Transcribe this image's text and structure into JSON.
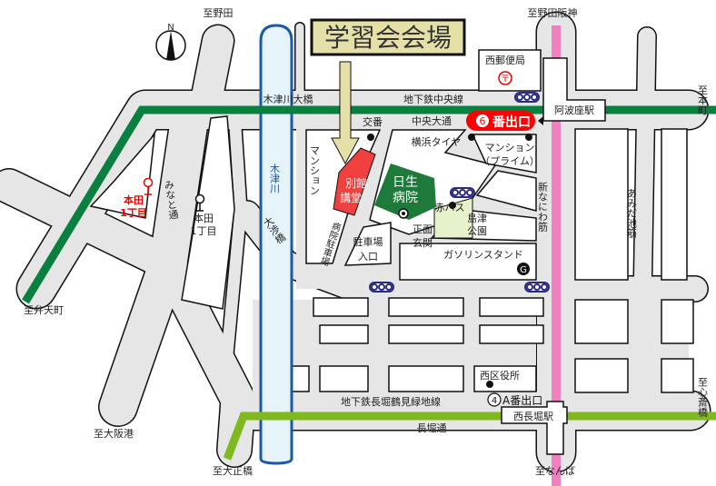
{
  "title": "学習会会場",
  "compass": "N",
  "colors": {
    "chuo_line": "#0a8040",
    "nagahori_line": "#80b820",
    "pink_road": "#f080c0",
    "river": "#e6f4fa",
    "river_edge": "#1a5aa8",
    "venue": "#f04040",
    "hospital": "#1e7a3a",
    "exit": "#ff0000",
    "park": "#e6f2cc"
  },
  "directions": {
    "noda": "至野田",
    "noda_hanshin": "至野田阪神",
    "honmachi": "至本町",
    "bentencho": "至弁天町",
    "osakako": "至大阪港",
    "taisho_bashi": "至大正橋",
    "namba": "至なんば",
    "shinsaibashi": "至心斎橋"
  },
  "lines": {
    "chuo": "地下鉄中央線",
    "nagahori": "地下鉄長堀鶴見緑地線"
  },
  "stations": {
    "awaza": "阿波座駅",
    "nishi_nagahori": "西長堀駅"
  },
  "exits": {
    "exit6_num": "6",
    "exit6": "番出口",
    "exit4_num": "4",
    "exit4": "A番出口"
  },
  "streets": {
    "chuo_odori": "中央大通",
    "nagahori_dori": "長堀通",
    "minato_dori": "みなと通",
    "shin_naniwa": "新なにわ筋",
    "amida_ike": "あみだ池筋"
  },
  "bridges": {
    "kizugawa_ohashi": "木津川大橋",
    "daisho_bashi": "大渉橋"
  },
  "river": "木津川",
  "places": {
    "post_office": "西郵便局",
    "post_mark": "〒",
    "koban": "交番",
    "yokohama_tire": "横浜タイヤ",
    "mansion_prime_1": "マンション",
    "mansion_prime_2": "（プライム）",
    "mansion": "マンション",
    "annex_1": "別館",
    "annex_2": "講堂",
    "hospital_1": "日生",
    "hospital_2": "病院",
    "hospital_parking": "病院駐車場",
    "parking_entrance_1": "駐車場",
    "parking_entrance_2": "入口",
    "main_entrance_1": "正面",
    "main_entrance_2": "玄関",
    "red_bus": "赤バス",
    "park_1": "島津",
    "park_2": "公園",
    "gas_station": "ガソリンスタンド",
    "gas_mark": "G",
    "ward_office": "西区役所",
    "bus_stop_red_1": "本田",
    "bus_stop_red_2": "1丁目",
    "bus_stop_1": "本田",
    "bus_stop_2": "1丁目"
  }
}
